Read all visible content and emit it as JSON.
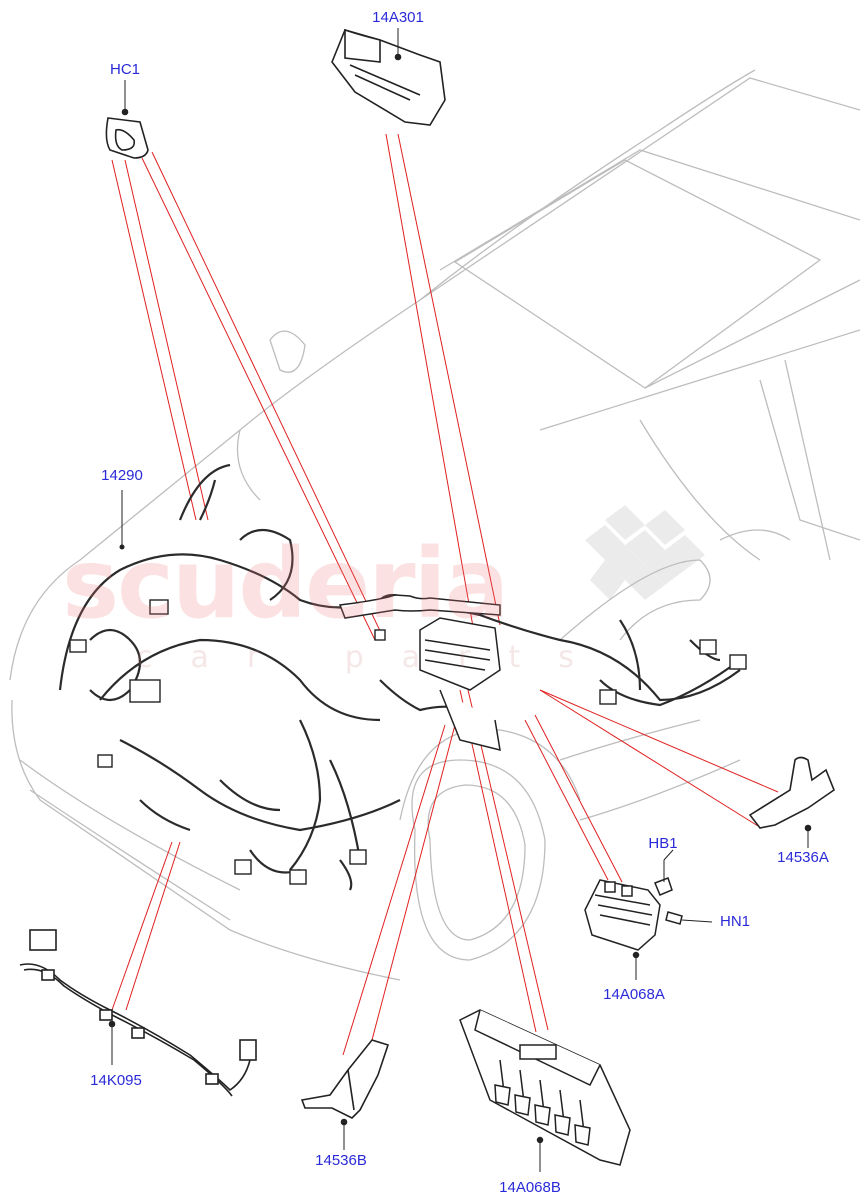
{
  "diagram": {
    "watermark": {
      "main": "scuderia",
      "sub": "car parts"
    },
    "colors": {
      "label": "#2a2ad8",
      "leader": "#e02020",
      "outline": "#555555",
      "vehicle": "#bdbdbd",
      "checker": "#d8d8d8"
    },
    "parts": [
      {
        "id": "HC1",
        "label": "HC1"
      },
      {
        "id": "14A301",
        "label": "14A301"
      },
      {
        "id": "14290",
        "label": "14290"
      },
      {
        "id": "HB1",
        "label": "HB1"
      },
      {
        "id": "HN1",
        "label": "HN1"
      },
      {
        "id": "14536A",
        "label": "14536A"
      },
      {
        "id": "14A068A",
        "label": "14A068A"
      },
      {
        "id": "14K095",
        "label": "14K095"
      },
      {
        "id": "14536B",
        "label": "14536B"
      },
      {
        "id": "14A068B",
        "label": "14A068B"
      }
    ]
  }
}
